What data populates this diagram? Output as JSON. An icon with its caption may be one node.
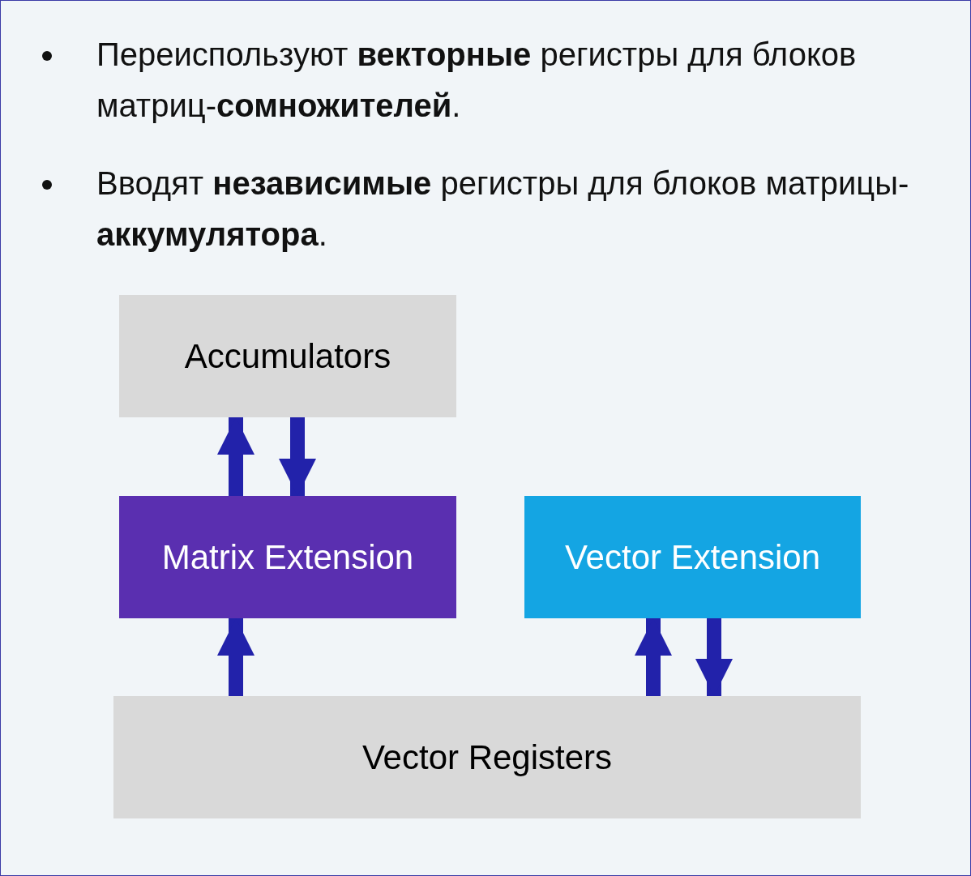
{
  "diagram": {
    "nodes": [
      {
        "text": [
          "Accumulators"
        ]
      },
      {
        "text": [
          "Matrix Extension"
        ]
      },
      {
        "text": [
          "Vector Extension"
        ]
      },
      {
        "text": [
          "Vector Registers"
        ]
      }
    ],
    "edges": [
      {
        "from": 1,
        "to": 0,
        "arrow": "to"
      },
      {
        "from": 0,
        "to": 1,
        "arrow": "to"
      },
      {
        "from": 3,
        "to": 1,
        "arrow": "to"
      },
      {
        "from": 3,
        "to": 2,
        "arrow": "to"
      },
      {
        "from": 2,
        "to": 3,
        "arrow": "to"
      }
    ],
    "labels": [
      "Переиспользуют **векторные** регистры для блоков матриц-**сомножителей**.",
      "Вводят **независимые** регистры для блоков матрицы-**аккумулятора**."
    ]
  }
}
